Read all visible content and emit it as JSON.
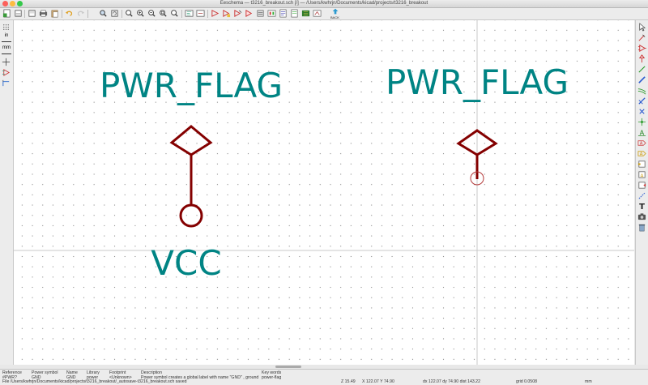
{
  "window": {
    "title": "Eeschema — t3216_breakout.sch [/] — /Users/kwhrjn/Documents/kicad/projects/t3216_breakout"
  },
  "toolbar": {
    "back_label": "BACK",
    "icons": [
      "new-sheet-icon",
      "print-icon",
      "save-icon",
      "page-settings-icon",
      "paste-icon",
      "undo-icon",
      "redo-icon",
      "find-icon",
      "refresh-icon",
      "zoom-in-icon",
      "zoom-out-icon",
      "zoom-fit-icon",
      "zoom-selection-icon",
      "hierarchy-icon",
      "leave-sheet-icon",
      "library-editor-icon",
      "library-browser-icon",
      "annotate-icon",
      "erc-icon",
      "netlist-icon",
      "footprint-assign-icon",
      "bom-icon",
      "pcb-icon",
      "back-arrow-icon"
    ]
  },
  "left_toolbar": {
    "grid_label": "grid",
    "inch_label": "in",
    "mm_label": "mm"
  },
  "schematic": {
    "symbols": [
      {
        "value_text": "PWR_FLAG",
        "type": "power-flag"
      },
      {
        "value_text": "VCC",
        "type": "power-port"
      },
      {
        "value_text": "PWR_FLAG",
        "type": "power-flag"
      }
    ],
    "colors": {
      "grid": "#8a8a8a",
      "symbol": "#840000",
      "text": "#008484",
      "cursor": "#c8c8c8",
      "pin_circle": "#b33a3a"
    }
  },
  "status_bar": {
    "fields": [
      {
        "label": "Reference",
        "value": "#PWR?"
      },
      {
        "label": "Power symbol",
        "value": "GND"
      },
      {
        "label": "Name",
        "value": "GND"
      },
      {
        "label": "Library",
        "value": "power"
      },
      {
        "label": "Footprint",
        "value": "<Unknown>"
      },
      {
        "label": "Description",
        "value": "Power symbol creates a global label with name \"GND\" , ground"
      },
      {
        "label": "Key words",
        "value": "power-flag"
      }
    ],
    "zoom": "Z 15.49",
    "coords": "X 122.07  Y 74.90",
    "delta": "dx 122.07  dy 74.90  dist 143.22",
    "grid": "grid 0.0508",
    "units": "mm",
    "message": "File /Users/kwhrjn/Documents/kicad/projects/t3216_breakout/_autosave-t3216_breakout.sch saved"
  }
}
